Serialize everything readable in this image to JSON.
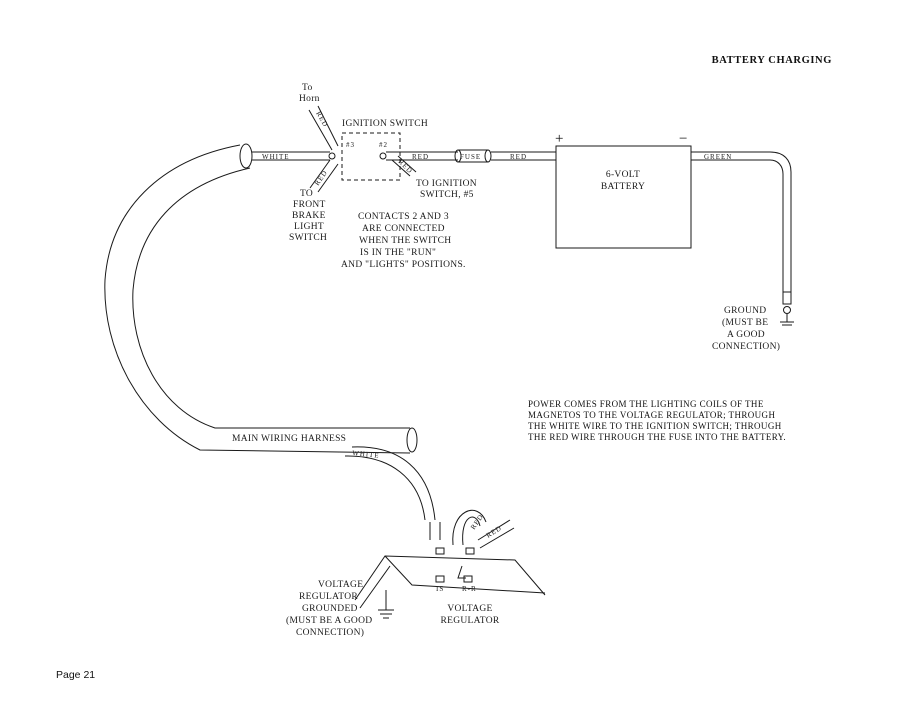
{
  "header": {
    "title": "BATTERY CHARGING"
  },
  "footer": {
    "page_number": "Page 21"
  },
  "labels": {
    "to_horn": [
      "To",
      "Horn"
    ],
    "ignition_switch": "IGNITION SWITCH",
    "terminal_3": "#3",
    "terminal_2": "#2",
    "to_front_brake": [
      "TO",
      "FRONT",
      "BRAKE",
      "LIGHT",
      "SWITCH"
    ],
    "to_ignition_switch": [
      "TO IGNITION",
      "SWITCH, #5"
    ],
    "contacts_note": [
      "CONTACTS 2 AND 3",
      "ARE CONNECTED",
      "WHEN THE SWITCH",
      "IS IN THE \"RUN\"",
      "AND \"LIGHTS\" POSITIONS."
    ],
    "fuse": "FUSE",
    "plus": "+",
    "minus": "−",
    "battery": [
      "6-VOLT",
      "BATTERY"
    ],
    "ground": [
      "GROUND",
      "(MUST BE",
      "A GOOD",
      "CONNECTION)"
    ],
    "main_wiring_harness": "MAIN WIRING HARNESS",
    "vr_grounded": [
      "VOLTAGE",
      "REGULATOR",
      "GROUNDED",
      "(MUST BE A GOOD",
      "CONNECTION)"
    ],
    "voltage_regulator": [
      "VOLTAGE",
      "REGULATOR"
    ],
    "terminal_is": "IS",
    "terminal_rr": "R-R"
  },
  "wire_labels": {
    "white_top": "WHITE",
    "red_to_horn": "RED",
    "red_to_brake": "RED",
    "red_after_switch": "RED",
    "red_to_ign5": "RED",
    "red_after_fuse": "RED",
    "green": "GREEN",
    "white_lower": "WHITE",
    "red_reg_1": "RED",
    "red_reg_2": "RED"
  },
  "description": [
    "POWER COMES FROM THE LIGHTING COILS OF THE",
    "MAGNETOS TO THE VOLTAGE REGULATOR; THROUGH",
    "THE WHITE WIRE TO THE IGNITION SWITCH; THROUGH",
    "THE RED WIRE THROUGH THE FUSE INTO THE BATTERY."
  ]
}
